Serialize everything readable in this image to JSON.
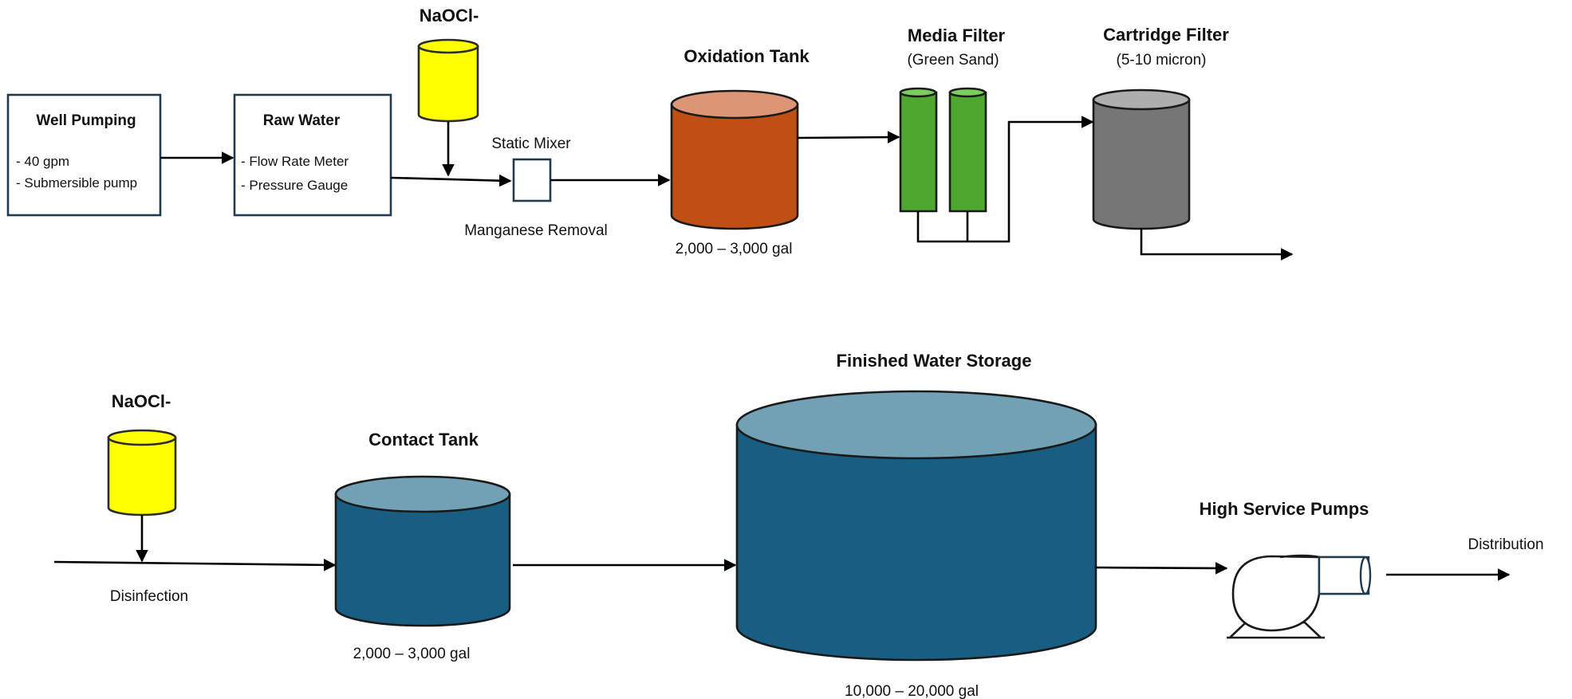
{
  "stages": {
    "well_pumping": {
      "title": "Well Pumping",
      "notes": [
        "- 40 gpm",
        "- Submersible pump"
      ]
    },
    "raw_water": {
      "title": "Raw Water",
      "notes": [
        "- Flow Rate Meter",
        "- Pressure Gauge"
      ]
    },
    "chem_feed_1": {
      "title": "NaOCl-"
    },
    "static_mixer": {
      "title": "Static Mixer",
      "caption": "Manganese Removal"
    },
    "oxidation_tank": {
      "title": "Oxidation Tank",
      "capacity": "2,000 – 3,000 gal"
    },
    "media_filter": {
      "title": "Media Filter",
      "subtitle": "(Green Sand)"
    },
    "cartridge_filter": {
      "title": "Cartridge Filter",
      "subtitle": "(5-10 micron)"
    },
    "chem_feed_2": {
      "title": "NaOCl-",
      "caption": "Disinfection"
    },
    "contact_tank": {
      "title": "Contact Tank",
      "capacity": "2,000 – 3,000 gal"
    },
    "finished_storage": {
      "title": "Finished Water Storage",
      "capacity": "10,000 – 20,000 gal"
    },
    "high_service_pumps": {
      "title": "High Service Pumps"
    },
    "distribution": {
      "title": "Distribution"
    }
  },
  "colors": {
    "chemical_tank": "#ffff00",
    "oxidation_tank_body": "#c04f15",
    "oxidation_tank_top": "#dc9675",
    "media_filter": "#4ea72e",
    "media_filter_top": "#7dcc5e",
    "cartridge_filter_body": "#767676",
    "cartridge_filter_top": "#aeaeae",
    "water_tank_body": "#185e82",
    "water_tank_top": "#72a1b6",
    "pump_fill": "#ffffff",
    "pump_stroke": "#1f3b4d"
  }
}
